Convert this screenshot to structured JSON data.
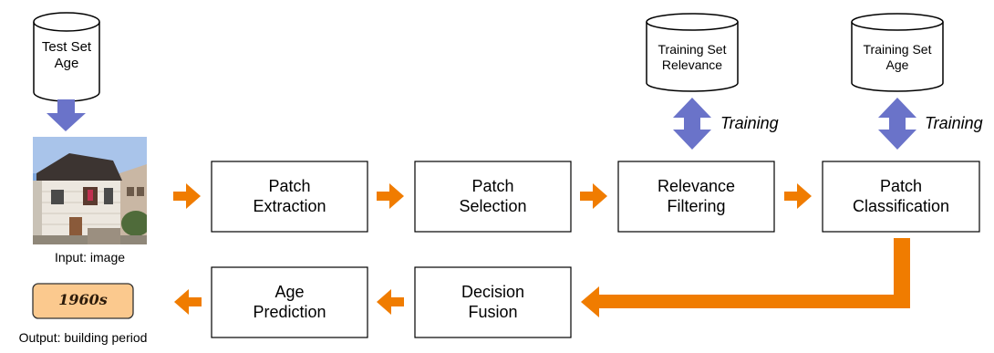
{
  "databases": {
    "test_set": {
      "line1": "Test Set",
      "line2": "Age"
    },
    "train_relevance": {
      "line1": "Training Set",
      "line2": "Relevance"
    },
    "train_age": {
      "line1": "Training Set",
      "line2": "Age"
    }
  },
  "boxes": {
    "patch_extraction": {
      "line1": "Patch",
      "line2": "Extraction"
    },
    "patch_selection": {
      "line1": "Patch",
      "line2": "Selection"
    },
    "relevance_filtering": {
      "line1": "Relevance",
      "line2": "Filtering"
    },
    "patch_classification": {
      "line1": "Patch",
      "line2": "Classification"
    },
    "decision_fusion": {
      "line1": "Decision",
      "line2": "Fusion"
    },
    "age_prediction": {
      "line1": "Age",
      "line2": "Prediction"
    }
  },
  "training_labels": {
    "relevance": "Training",
    "age": "Training"
  },
  "input_caption": "Input: image",
  "output_caption": "Output: building period",
  "output_value": "1960s",
  "colors": {
    "arrow_orange": "#f07c00",
    "arrow_blue": "#6a73c9",
    "badge_fill": "#fbc98e"
  }
}
